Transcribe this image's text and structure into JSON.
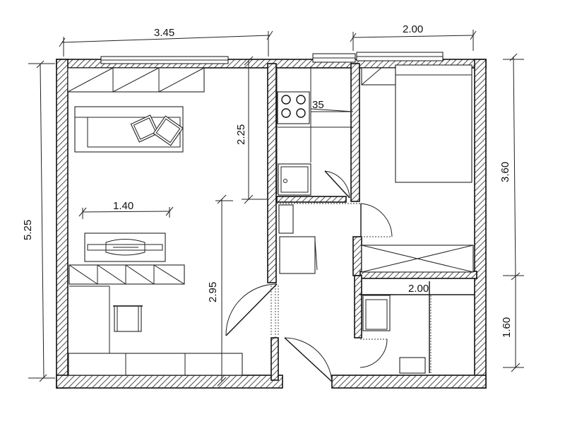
{
  "dimensions": {
    "top_left_width": "3.45",
    "top_right_width": "2.00",
    "left_height": "5.25",
    "right_upper_height": "3.60",
    "right_lower_height": "1.60",
    "inner_upper_height": "2.25",
    "inner_lower_height": "2.95",
    "table_width": "1.40",
    "kitchen_width": "35",
    "bath_width": "2.00"
  }
}
